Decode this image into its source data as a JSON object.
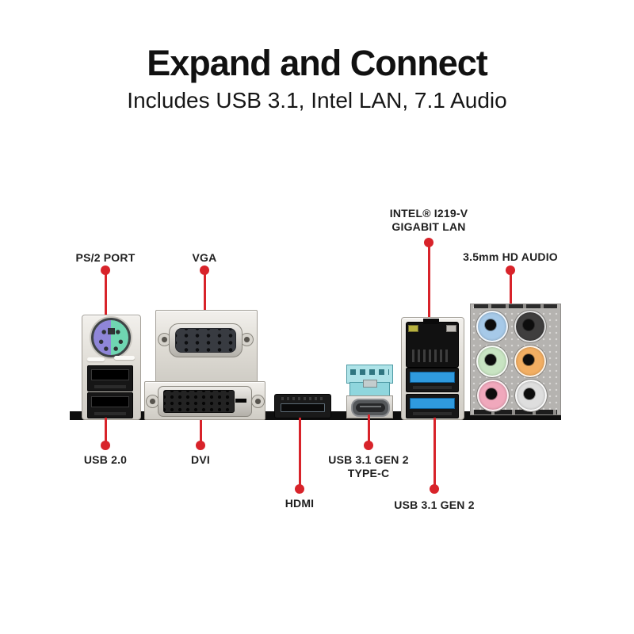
{
  "header": {
    "title": "Expand and Connect",
    "subtitle": "Includes USB 3.1, Intel LAN, 7.1 Audio"
  },
  "callouts": {
    "ps2": {
      "label": "PS/2 PORT"
    },
    "vga": {
      "label": "VGA"
    },
    "lan": {
      "line1": "INTEL® I219-V",
      "line2": "GIGABIT LAN"
    },
    "audio": {
      "label": "3.5mm HD AUDIO"
    },
    "usb20": {
      "label": "USB 2.0"
    },
    "dvi": {
      "label": "DVI"
    },
    "hdmi": {
      "label": "HDMI"
    },
    "usbc": {
      "line1": "USB 3.1 GEN 2",
      "line2": "TYPE-C"
    },
    "usb31": {
      "label": "USB 3.1 GEN 2"
    }
  },
  "colors": {
    "accent_red": "#d8232a",
    "text_dark": "#1f1f1f",
    "usb3_blue": "#2f9ade",
    "typec_teal": "#8fd6dd",
    "ps2_purple": "#8f86d8",
    "ps2_green": "#6fd6b2",
    "jack_blue": "#a6c9e8",
    "jack_black": "#3f3e3e",
    "jack_green": "#c8e4c2",
    "jack_orange": "#f2ae62",
    "jack_pink": "#f0a8bc",
    "jack_white": "#dedede",
    "led_yellow": "#b8b23f"
  }
}
